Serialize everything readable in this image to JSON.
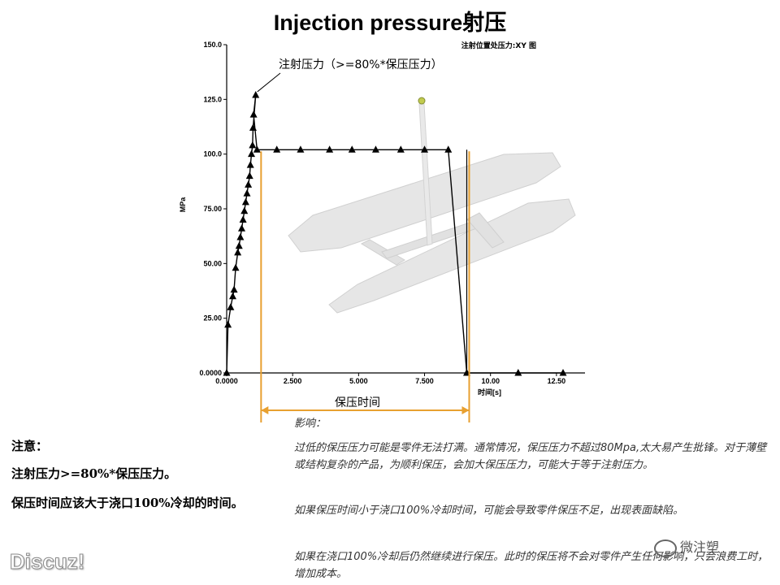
{
  "title": "Injection pressure射压",
  "chart_data": {
    "type": "scatter",
    "title": "注射位置处压力:XY 图",
    "xlabel": "时间[s]",
    "ylabel": "MPa",
    "xlim": [
      0,
      13.5
    ],
    "ylim": [
      0,
      150
    ],
    "x_ticks": [
      "0.0000",
      "2.500",
      "5.000",
      "7.500",
      "10.00",
      "12.50"
    ],
    "y_ticks": [
      "0.0000",
      "25.00",
      "50.00",
      "75.00",
      "100.0",
      "125.0",
      "150.0"
    ],
    "series": [
      {
        "x": [
          0.0,
          0.05,
          0.15,
          0.23,
          0.28,
          0.34,
          0.42,
          0.47,
          0.52,
          0.57,
          0.62,
          0.67,
          0.72,
          0.77,
          0.82,
          0.87,
          0.9,
          0.94,
          0.98,
          1.0,
          1.02,
          1.15,
          1.9,
          2.8,
          3.9,
          4.75,
          5.65,
          6.6,
          7.5,
          8.4,
          9.1,
          11.05,
          12.75
        ],
        "y": [
          0.0,
          22,
          30,
          35,
          38,
          48,
          55,
          58,
          62,
          66,
          70,
          74,
          78,
          82,
          86,
          90,
          95,
          100,
          104,
          112,
          118,
          102,
          102,
          102,
          102,
          102,
          102,
          102,
          102,
          102,
          0.0,
          0.0,
          0.0
        ]
      }
    ],
    "peak_point": {
      "x": 1.1,
      "y": 127
    },
    "annotation": "注射压力（>=80%*保压压力）",
    "hold_label": "保压时间",
    "hold_start": 1.15,
    "hold_end": 9.1,
    "grid": false
  },
  "notes": {
    "heading": "注意：",
    "line1": "注射压力>=80%*保压压力。",
    "line2": "保压时间应该大于浇口100%冷却的时间。"
  },
  "impact": {
    "heading": "影响：",
    "para1": "过低的保压压力可能是零件无法打满。通常情况，保压压力不超过80Mpa,太大易产生批锋。对于薄壁或结构复杂的产品，为顺利保压，会加大保压压力，可能大于等于注射压力。",
    "para2": "如果保压时间小于浇口100%冷却时间，可能会导致零件保压不足，出现表面缺陷。",
    "para3": "如果在浇口100%冷却后仍然继续进行保压。此时的保压将不会对零件产生任何影响，只会浪费工时，增加成本。"
  },
  "watermark": "Discuz!",
  "wechat": "微注塑",
  "colors": {
    "hold_bracket": "#E8A030",
    "curve": "#000000",
    "part": "#d8d8d8"
  }
}
